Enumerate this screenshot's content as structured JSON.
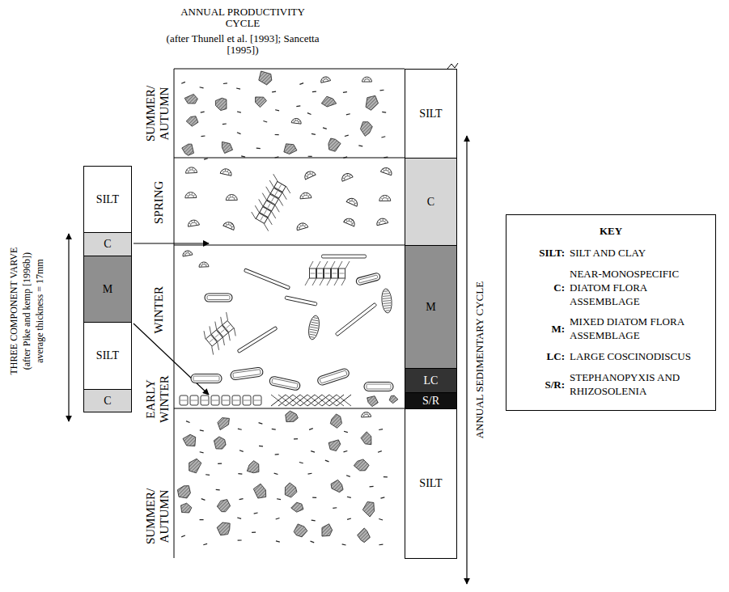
{
  "diagram": {
    "nodes": [
      {
        "text": [
          "SILT"
        ]
      },
      {
        "text": [
          "C"
        ]
      },
      {
        "text": [
          "M"
        ]
      },
      {
        "text": [
          "SILT"
        ]
      },
      {
        "text": [
          "C"
        ]
      },
      {
        "text": [
          "SILT"
        ]
      },
      {
        "text": [
          "C"
        ]
      },
      {
        "text": [
          "M"
        ]
      },
      {
        "text": [
          "LC"
        ]
      },
      {
        "text": [
          "S/R"
        ]
      },
      {
        "text": [
          "SILT"
        ]
      },
      {
        "text": [
          "KEY",
          "SILT:",
          "SILT AND CLAY",
          "C:",
          "NEAR-MONOSPECIFIC DIATOM FLORA ASSEMBLAGE",
          "M:",
          "MIXED DIATOM FLORA ASSEMBLAGE",
          "LC:",
          "LARGE COSCINODISCUS",
          "S/R:",
          "STEPHANOPYXIS AND RHIZOSOLENIA"
        ]
      }
    ],
    "labels": [
      "ANNUAL PRODUCTIVITY CYCLE",
      "(after Thunell et al. [1993]; Sancetta [1995])",
      "THREE COMPONENT VARVE",
      "(after Pike and kemp [1996b])",
      "average thickness = 17mm",
      "SUMMER/ AUTUMN",
      "SPRING",
      "WINTER",
      "EARLY WINTER",
      "SUMMER/ AUTUMN",
      "ANNUAL SEDIMENTARY CYCLE"
    ]
  }
}
